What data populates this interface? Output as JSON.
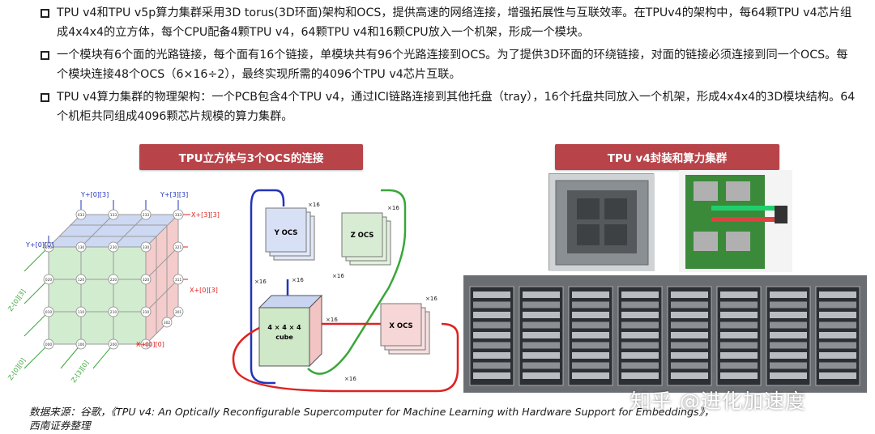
{
  "bullets": [
    "TPU v4和TPU  v5p算力集群采用3D torus(3D环面)架构和OCS，提供高速的网络连接，增强拓展性与互联效率。在TPUv4的架构中，每64颗TPU v4芯片组成4x4x4的立方体，每个CPU配备4颗TPU v4，64颗TPU v4和16颗CPU放入一个机架，形成一个模块。",
    "一个模块有6个面的光路链接，每个面有16个链接，单模块共有96个光路连接到OCS。为了提供3D环面的环绕链接，对面的链接必须连接到同一个OCS。每个模块连接48个OCS（6×16÷2），最终实现所需的4096个TPU v4芯片互联。",
    "TPU  v4算力集群的物理架构：一个PCB包含4个TPU  v4，通过ICI链路连接到其他托盘（tray），16个托盘共同放入一个机架，形成4x4x4的3D模块结构。64个机柜共同组成4096颗芯片规模的算力集群。"
  ],
  "banners": {
    "left": "TPU立方体与3个OCS的连接",
    "right": "TPU v4封装和算力集群"
  },
  "lattice": {
    "labels": {
      "y_top_left": "Y+[0][3]",
      "y_top_right": "Y+[3][3]",
      "x_top": "X+[3][3]",
      "y_mid_left": "Y+[0][0]",
      "z_left": "Z-[0][3]",
      "x_mid": "X+[0][3]",
      "z_bottom_left": "Z-[0][0]",
      "z_bottom_mid": "Z-[3][0]",
      "x_bottom": "X+[0][0]"
    },
    "nodes_front": [
      [
        "030",
        "130",
        "230",
        "330"
      ],
      [
        "020",
        "120",
        "220",
        "320"
      ],
      [
        "010",
        "110",
        "210",
        "310"
      ],
      [
        "000",
        "100",
        "200",
        "300"
      ]
    ],
    "nodes_top": [
      "033",
      "133",
      "233",
      "333"
    ],
    "nodes_side": [
      "321",
      "311",
      "302",
      "301"
    ]
  },
  "ocs": {
    "y": "Y OCS",
    "z": "Z OCS",
    "x": "X OCS",
    "cube_line1": "4 × 4 × 4",
    "cube_line2": "cube",
    "mult": "×16"
  },
  "footer": {
    "line1": "数据来源：谷歌，《TPU v4: An Optically Reconfigurable Supercomputer for Machine Learning with Hardware Support for Embeddings》，",
    "line2": "西南证券整理"
  },
  "watermark": "知乎 @进化加速度",
  "colors": {
    "banner": "#b8444a",
    "y_link": "#2233bb",
    "z_link": "#3aa63a",
    "x_link": "#dd2222",
    "cube_front": "#cfe8c8",
    "cube_top": "#c8d4f0",
    "cube_side": "#f2c4c4"
  }
}
